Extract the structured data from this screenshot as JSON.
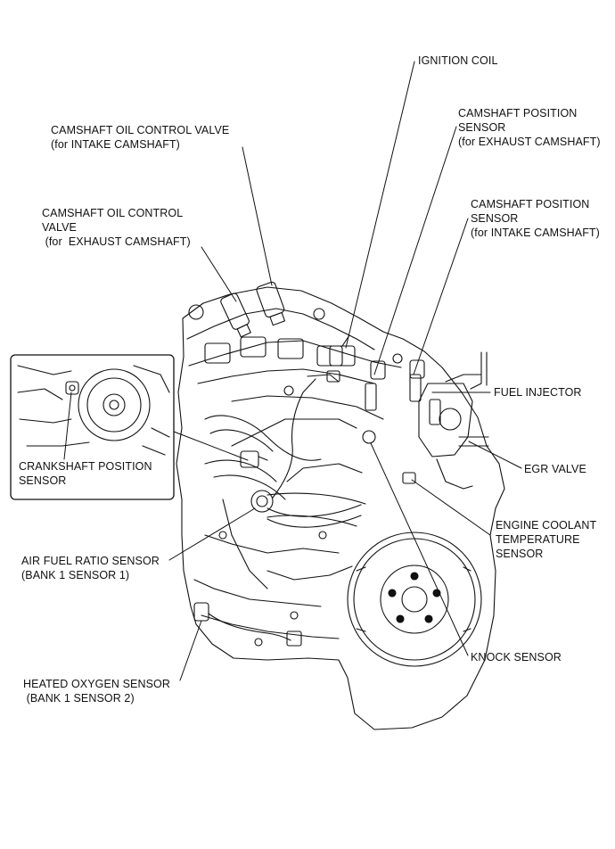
{
  "figure": {
    "colors": {
      "line": "#111111",
      "background": "#ffffff",
      "shade": "#dcdcdc"
    },
    "labels": {
      "ignition_coil": [
        "IGNITION COIL"
      ],
      "cam_pos_exhaust": [
        "CAMSHAFT POSITION",
        "SENSOR",
        "(for EXHAUST CAMSHAFT)"
      ],
      "cam_oil_intake": [
        "CAMSHAFT OIL CONTROL VALVE",
        "(for  INTAKE CAMSHAFT)"
      ],
      "cam_pos_intake": [
        "CAMSHAFT POSITION",
        "SENSOR",
        "(for INTAKE CAMSHAFT)"
      ],
      "cam_oil_exhaust": [
        "CAMSHAFT OIL CONTROL",
        "VALVE",
        " (for  EXHAUST CAMSHAFT)"
      ],
      "fuel_injector": [
        "FUEL INJECTOR"
      ],
      "crankshaft_pos": [
        "CRANKSHAFT POSITION",
        "SENSOR"
      ],
      "egr_valve": [
        "EGR VALVE"
      ],
      "coolant_temp": [
        "ENGINE COOLANT",
        "TEMPERATURE",
        "SENSOR"
      ],
      "af_sensor": [
        "AIR FUEL RATIO SENSOR",
        "(BANK 1 SENSOR 1)"
      ],
      "knock_sensor": [
        "KNOCK SENSOR"
      ],
      "heated_o2": [
        "HEATED OXYGEN SENSOR",
        " (BANK 1 SENSOR 2)"
      ]
    }
  }
}
